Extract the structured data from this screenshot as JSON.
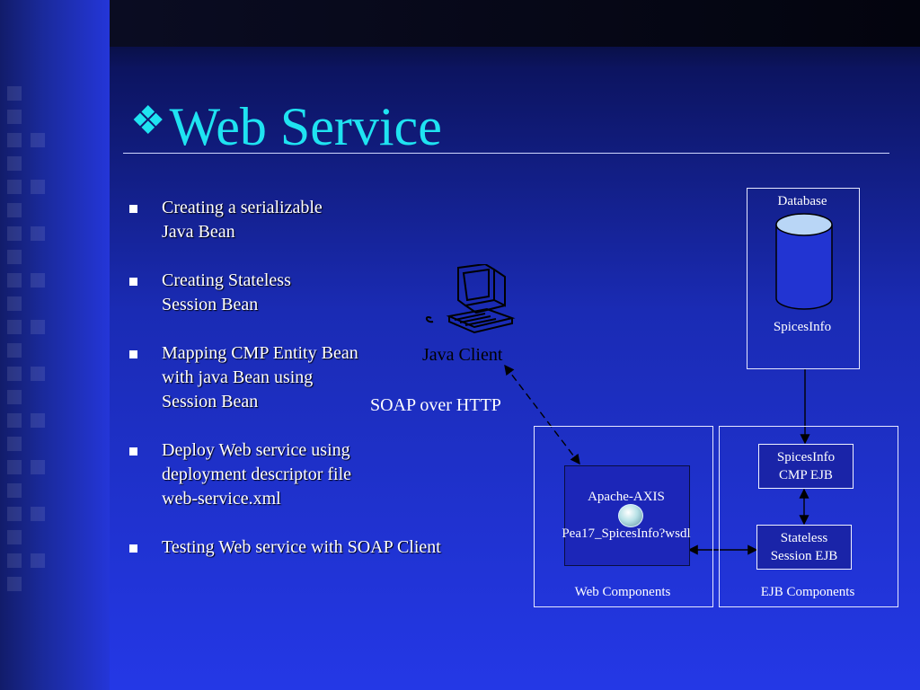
{
  "slide": {
    "title": "Web Service",
    "title_marker": "❖",
    "colors": {
      "title": "#1fe3f1",
      "bullet_text": "#ffffff",
      "background": "#2438e6"
    }
  },
  "bullets": [
    {
      "lines": [
        "Creating a serializable",
        "Java Bean"
      ]
    },
    {
      "lines": [
        "Creating Stateless",
        "Session Bean"
      ]
    },
    {
      "lines": [
        "Mapping CMP Entity Bean",
        "with java Bean using",
        "Session Bean"
      ]
    },
    {
      "lines": [
        "Deploy Web service using",
        "deployment descriptor file",
        "web-service.xml"
      ]
    },
    {
      "lines": [
        "Testing Web service with SOAP Client"
      ]
    }
  ],
  "diagram": {
    "java_client_label": "Java Client",
    "java_client_icon": "computer-icon",
    "soap_label": "SOAP over HTTP",
    "web_components_label": "Web Components",
    "ejb_components_label": "EJB Components",
    "apache_axis_label": "Apache-AXIS",
    "wsdl_label": "Pea17_SpicesInfo?wsdl",
    "spicesinfo_cmp": [
      "SpicesInfo",
      "CMP EJB"
    ],
    "stateless_session": [
      "Stateless",
      "Session EJB"
    ],
    "database_label": "Database",
    "database_name": "SpicesInfo"
  }
}
